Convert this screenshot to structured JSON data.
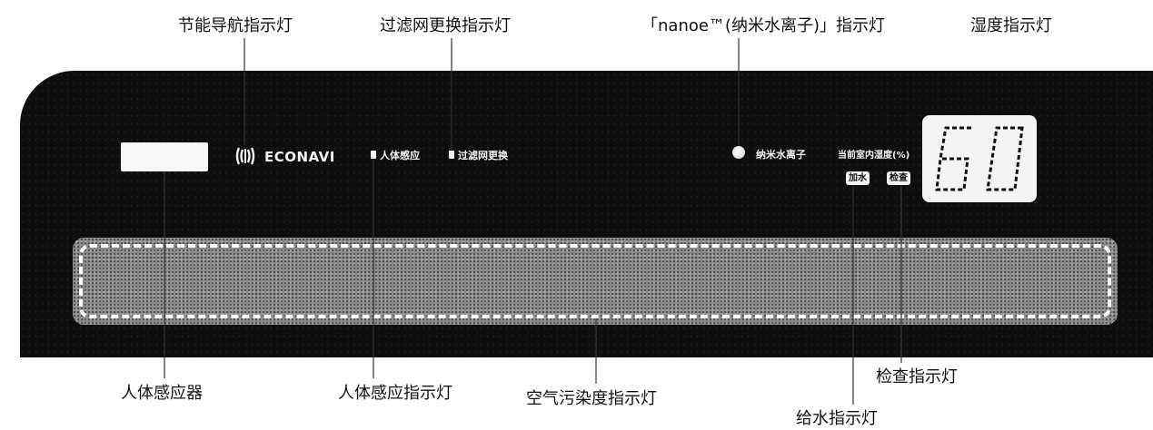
{
  "callouts": {
    "econavi_led": "节能导航指示灯",
    "filter_led": "过滤网更换指示灯",
    "nanoe_led": "「nanoe™(纳米水离子)」指示灯",
    "humidity_led": "湿度指示灯",
    "human_sensor": "人体感应器",
    "human_sensor_led": "人体感应指示灯",
    "air_pollution_led": "空气污染度指示灯",
    "water_led": "给水指示灯",
    "check_led": "检查指示灯"
  },
  "panel": {
    "brand": "ECONAVI",
    "human_sense": "人体感应",
    "filter_replace": "过滤网更换",
    "nanoe": "纳米水离子",
    "current_humidity": "当前室内湿度(%)",
    "add_water": "加水",
    "check": "检查",
    "humidity_display": "60"
  },
  "colors": {
    "panel": "#0d0d0d",
    "bar": "#8a8a8a",
    "led_white": "#f2f2f2"
  }
}
